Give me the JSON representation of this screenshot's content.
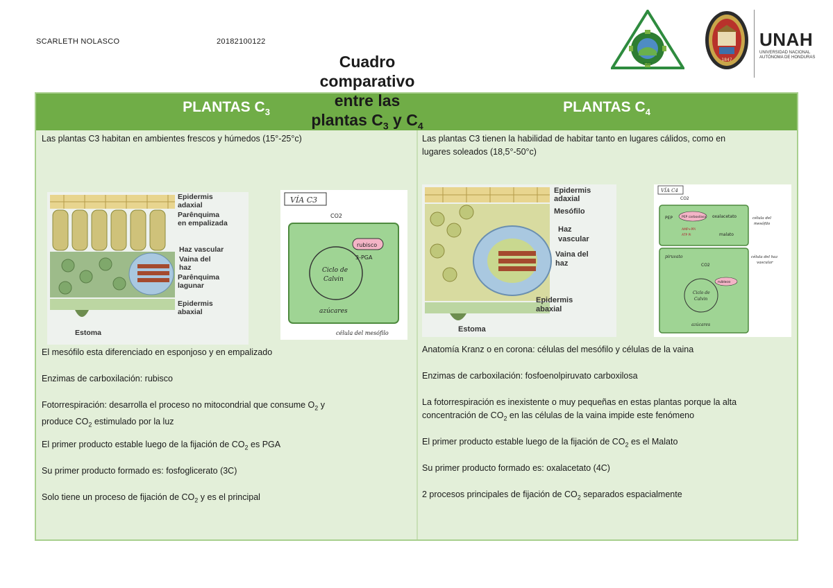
{
  "header": {
    "author": "SCARLETH NOLASCO",
    "student_id": "20182100122",
    "title_lines": [
      "Cuadro",
      "comparativo",
      "entre las"
    ],
    "title_last_prefix": "plantas C",
    "title_sub1": "3",
    "title_mid": " y C",
    "title_sub2": "4"
  },
  "logos": {
    "unah_text": "UNAH",
    "unah_line1": "UNIVERSIDAD NACIONAL",
    "unah_line2": "AUTÓNOMA DE HONDURAS",
    "seal_year": "1847",
    "fac_bottom": "CURC"
  },
  "table": {
    "col1_prefix": "PLANTAS C",
    "col1_sub": "3",
    "col2_prefix": "PLANTAS C",
    "col2_sub": "4",
    "c3": {
      "habitat": " Las plantas C3 habitan en ambientes frescos y húmedos (15°-25°c)",
      "row1": "El mesófilo esta diferenciado en esponjoso y en empalizado",
      "row2": "Enzimas de carboxilación: rubisco",
      "row3_a": "Fotorrespiración: desarrolla el proceso no mitocondrial que consume O",
      "row3_sub": "2",
      "row3_b": " y",
      "row3_c": "produce CO",
      "row3_sub2": "2",
      "row3_d": " estimulado por la luz",
      "row4_a": "El primer producto estable luego de la fijación de CO",
      "row4_sub": "2",
      "row4_b": " es PGA",
      "row5": "Su primer producto formado es: fosfoglicerato (3C)",
      "row6_a": "Solo tiene un proceso de fijación de CO",
      "row6_sub": "2",
      "row6_b": " y es el principal"
    },
    "c4": {
      "habitat_l1": "Las plantas C3 tienen la habilidad de habitar tanto en lugares cálidos, como en",
      "habitat_l2": "lugares soleados (18,5°-50°c)",
      "row1": "Anatomía Kranz o en corona: células del mesófilo y células de la vaina",
      "row2": "Enzimas de carboxilación: fosfoenolpiruvato carboxilosa",
      "row3_l1": "La fotorrespiración es inexistente o muy pequeñas en estas plantas porque la alta",
      "row3_a": "concentración de CO",
      "row3_sub": "2",
      "row3_b": " en las células de la vaina impide este fenómeno",
      "row4_a": "El primer producto estable luego de la fijación de CO",
      "row4_sub": "2",
      "row4_b": " es el Malato",
      "row5": "Su primer producto formado es: oxalacetato (4C)",
      "row6_a": "2 procesos principales de fijación de CO",
      "row6_sub": "2",
      "row6_b": " separados espacialmente"
    }
  },
  "figures": {
    "c3_leaf_labels": [
      "Epidermis",
      "adaxial",
      "Parênquima",
      "en empalizada",
      "Haz vascular",
      "Vaina del",
      "haz",
      "Parênquima",
      "lagunar",
      "Epidermis",
      "abaxial",
      "Estoma"
    ],
    "c3_cycle": {
      "header": "VÍA C3",
      "co2": "CO2",
      "enzyme": "rubisco",
      "product": "3-PGA",
      "cycle_l1": "Ciclo de",
      "cycle_l2": "Calvin",
      "sugar": "azúcares",
      "cell": "célula del mesófilo"
    },
    "c4_leaf_labels": [
      "Epidermis",
      "adaxial",
      "Mesófilo",
      "Haz",
      "vascular",
      "Vaina del",
      "haz",
      "Epidermis",
      "abaxial",
      "Estoma"
    ],
    "c4_cycle": {
      "header": "VÍA C4",
      "co2": "CO2",
      "pep": "PEP",
      "enzyme1": "PEP carboxilasa",
      "oxalo": "oxalacetato",
      "atp": "AMP+PPi",
      "atp2": "ATP  Pi",
      "malato": "malato",
      "piruvato": "piruvato",
      "co2b": "CO2",
      "enzyme2": "rubisco",
      "cycle_l1": "Ciclo de",
      "cycle_l2": "Calvin",
      "sugar": "azúcares",
      "label1_l1": "célula del",
      "label1_l2": "mesófilo",
      "label2_l1": "célula del haz",
      "label2_l2": "vascular"
    }
  },
  "colors": {
    "header_green": "#70ad47",
    "cell_bg": "#e3efd9",
    "border": "#a8cf8d"
  }
}
